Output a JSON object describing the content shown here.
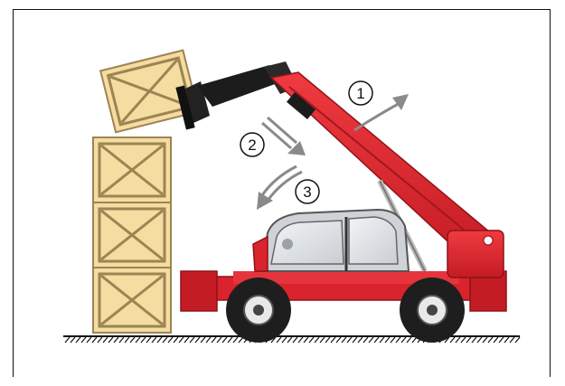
{
  "steps": [
    {
      "label": "1"
    },
    {
      "label": "2"
    },
    {
      "label": "3"
    }
  ],
  "colors": {
    "machine_red": "#d9232d",
    "dark_red": "#a4161d",
    "crate_wood": "#f5dca0",
    "crate_line": "#9c8453",
    "tire": "#1e1e1e",
    "cab_glass": "#e2e6ea",
    "arrow_gray": "#8a8a8a"
  },
  "icons": {
    "arrow_1": "curved-arrow-up-right-icon",
    "arrow_2": "arrow-down-right-icon",
    "arrow_3": "curved-arrow-down-left-icon"
  }
}
